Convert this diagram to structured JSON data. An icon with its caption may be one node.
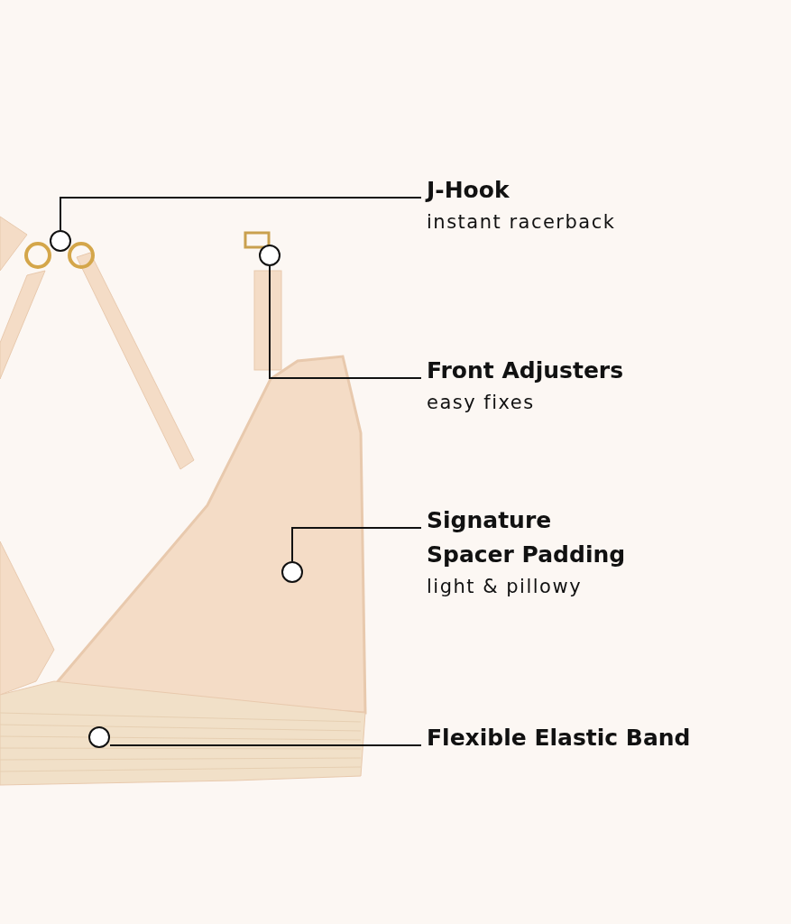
{
  "diagram": {
    "nodes": [
      {
        "text": [
          "J-Hook",
          "instant racerback"
        ]
      },
      {
        "text": [
          "Front Adjusters",
          "easy fixes"
        ]
      },
      {
        "text": [
          "Signature Spacer Padding",
          "light & pillowy"
        ]
      },
      {
        "text": [
          "Flexible Elastic Band"
        ]
      },
      {
        "text": [],
        "shape": "circle"
      },
      {
        "text": [],
        "shape": "circle"
      },
      {
        "text": [],
        "shape": "circle"
      },
      {
        "text": [],
        "shape": "circle"
      }
    ],
    "edges": [
      {
        "from": 0,
        "to": 4,
        "arrow": "none"
      },
      {
        "from": 1,
        "to": 5,
        "arrow": "none"
      },
      {
        "from": 2,
        "to": 6,
        "arrow": "none"
      },
      {
        "from": 3,
        "to": 7,
        "arrow": "none"
      }
    ]
  }
}
